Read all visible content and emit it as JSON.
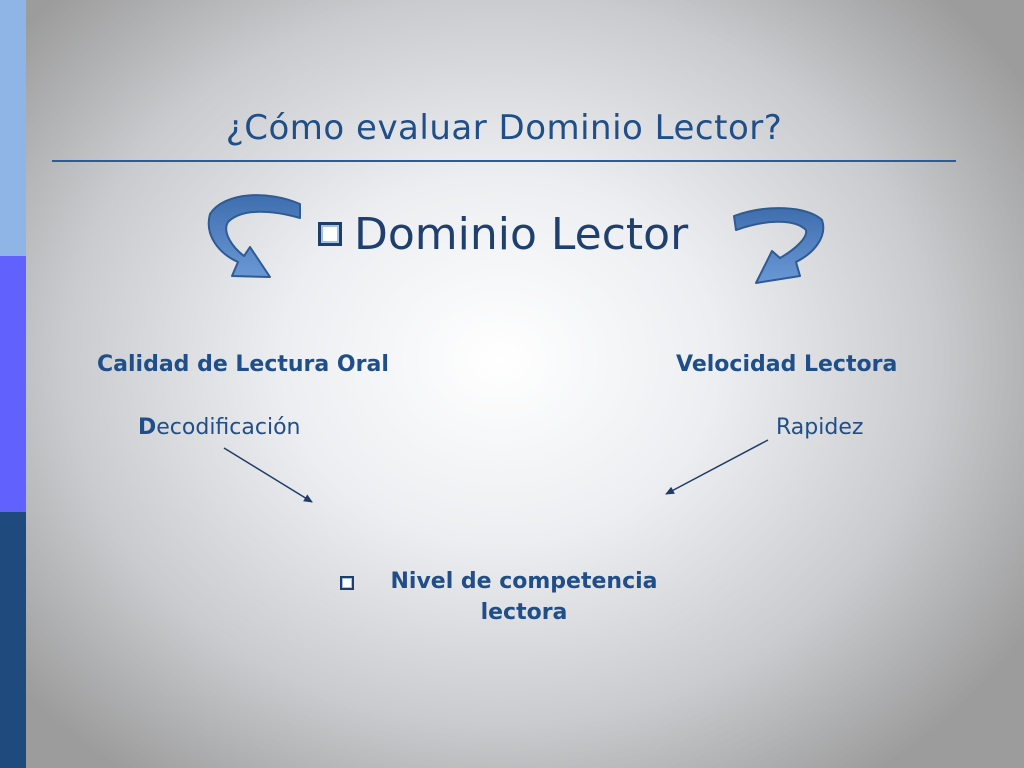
{
  "slide": {
    "title": "¿Cómo evaluar Dominio Lector?",
    "main_item": "Dominio Lector",
    "left_heading": "Calidad de Lectura Oral",
    "left_sub_first": "D",
    "left_sub_rest": "ecodificación",
    "right_heading": "Velocidad Lectora",
    "right_sub": "Rapidez",
    "bottom_item": "Nivel de competencia lectora"
  },
  "colors": {
    "text_primary": "#1f4e88",
    "arrow_fill": "#4f81c2",
    "sidebar_top": "#8fb4e6",
    "sidebar_middle": "#6161fe",
    "sidebar_bottom": "#1f4a7e"
  },
  "icons": [
    "curved-arrow-left-icon",
    "curved-arrow-right-icon",
    "square-bullet-icon"
  ]
}
